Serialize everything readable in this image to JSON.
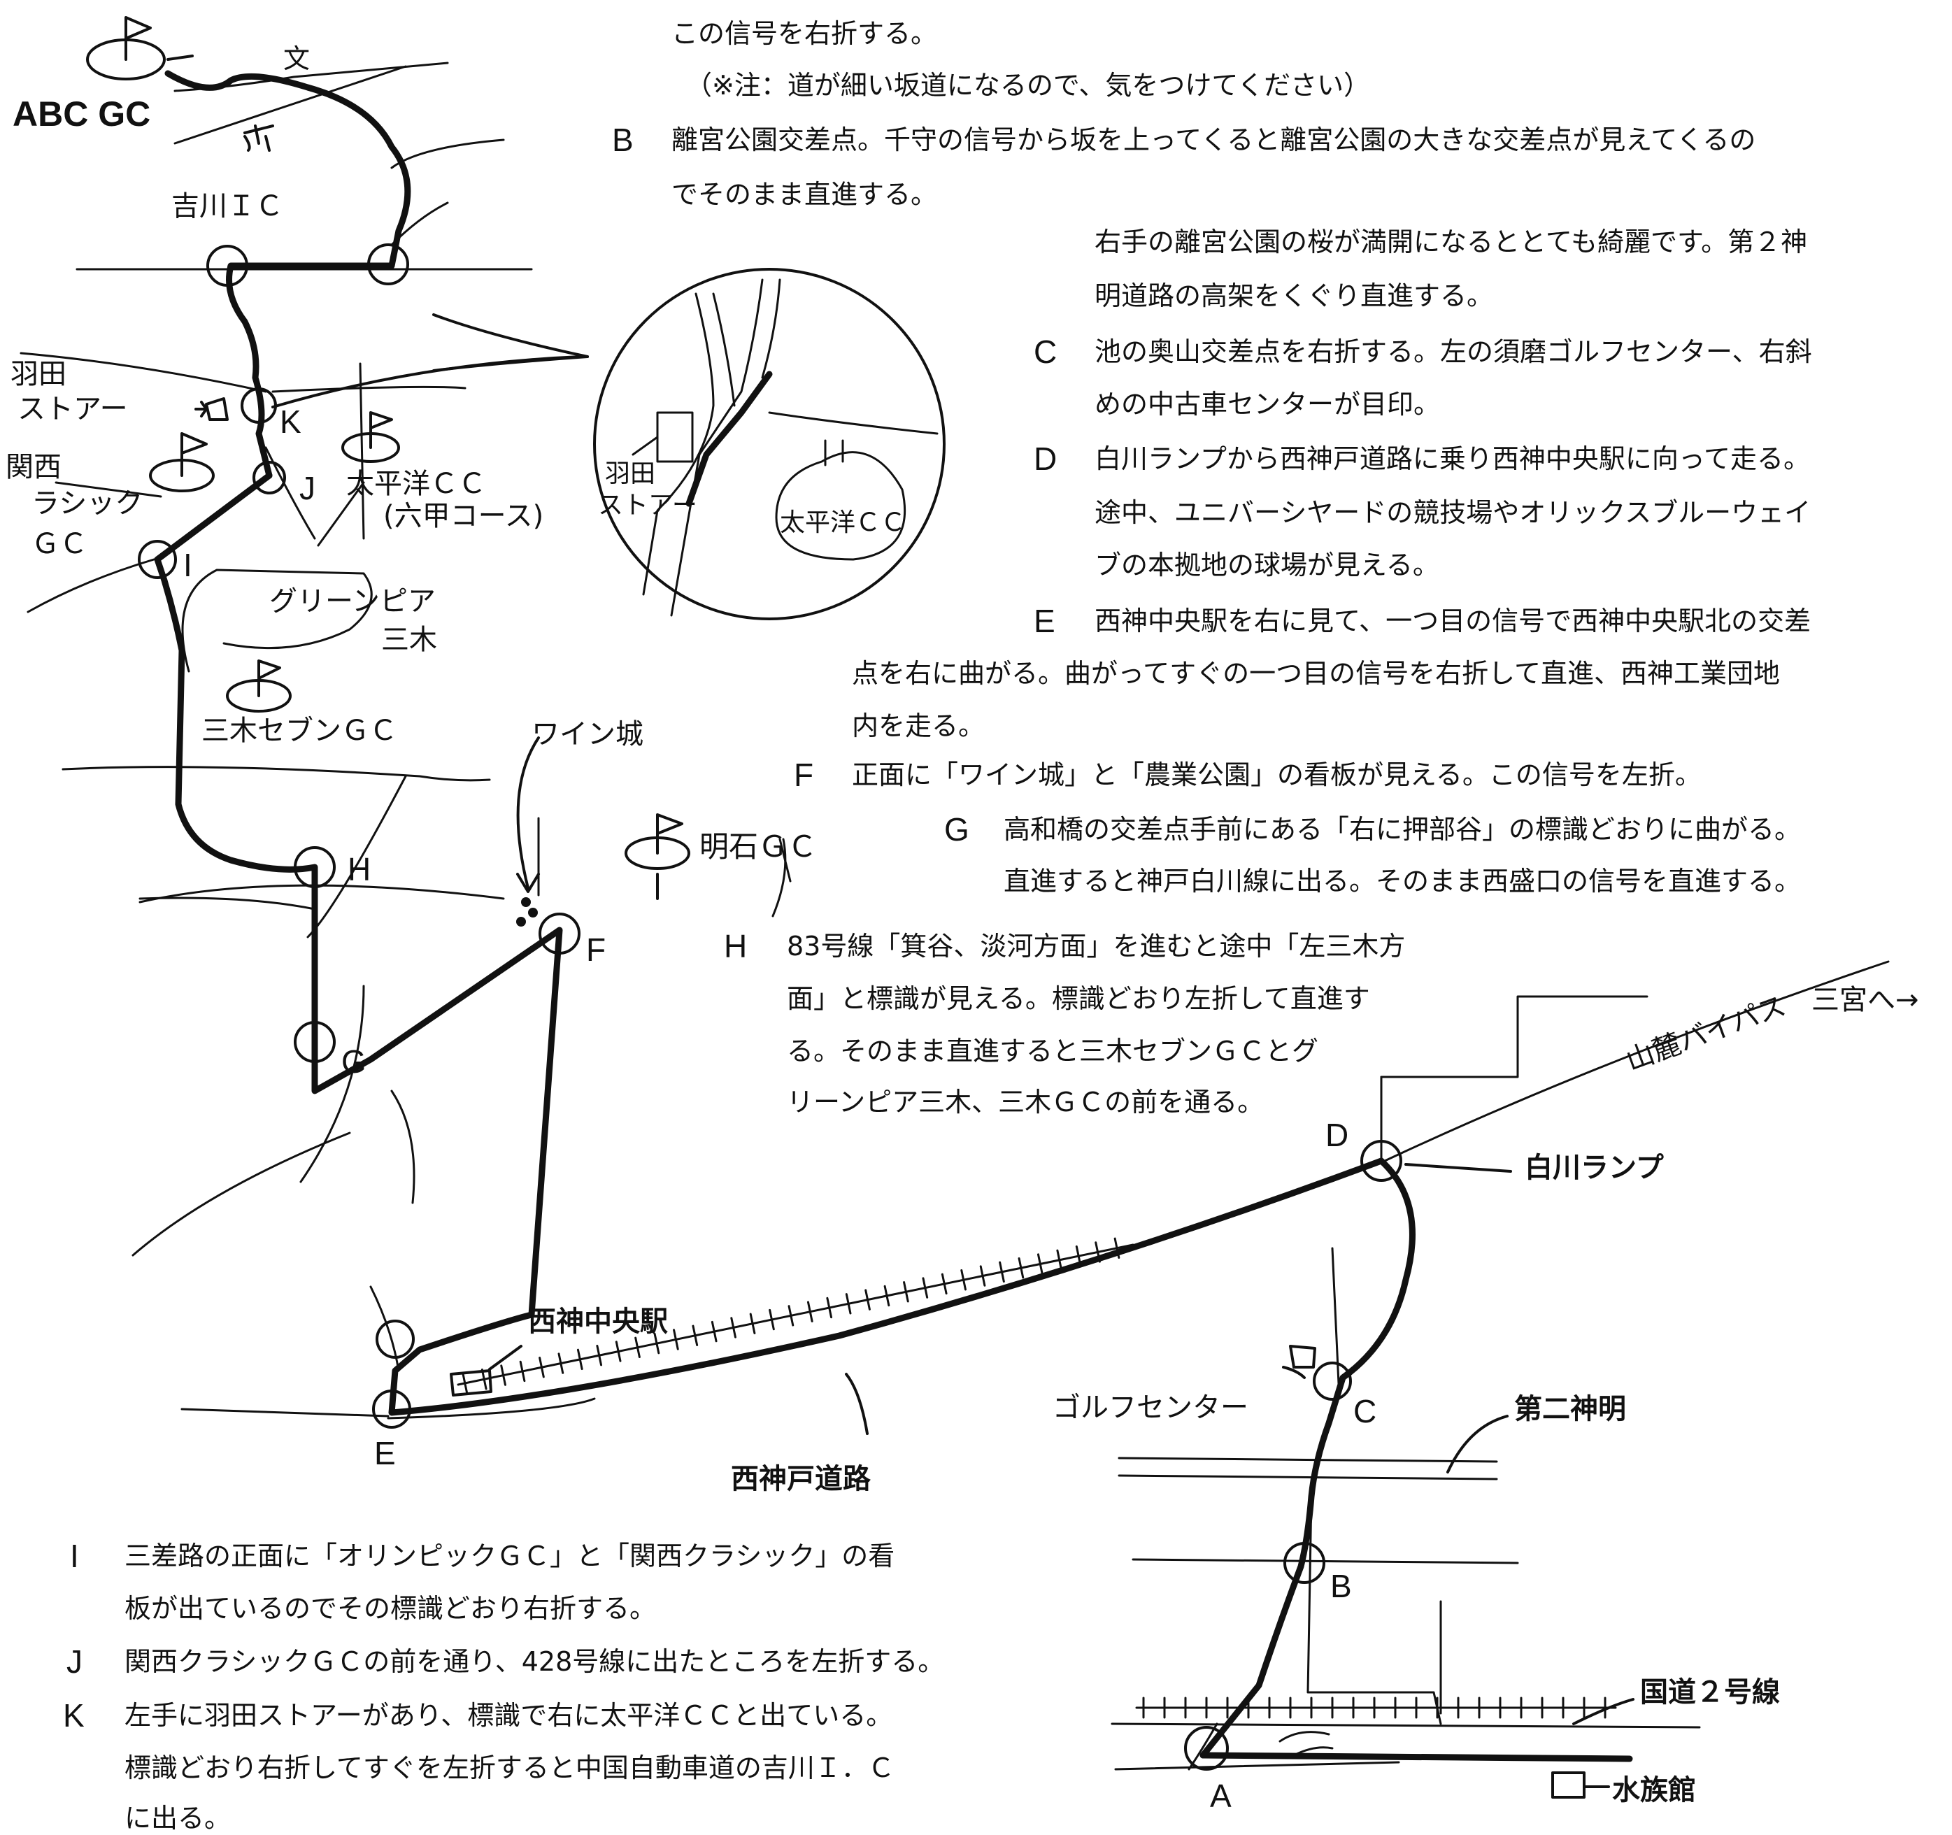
{
  "map": {
    "places": {
      "abc_gc": "ABC GC",
      "school": "文",
      "shrine": "⛩",
      "yoshikawa_ic": "吉川ＩＣ",
      "haneda_store_1": "羽田",
      "haneda_store_2": "ストアー",
      "kansai_classic_1": "関西",
      "kansai_classic_2": "ラシック",
      "kansai_classic_3": "ＧＣ",
      "taiheiyo_cc": "太平洋ＣＣ",
      "rokko_course": "(六甲コース)",
      "green_pia_1": "グリーンピア",
      "green_pia_2": "三木",
      "miki_seven_gc": "三木セブンＧＣ",
      "wine_castle": "ワイン城",
      "akashi_gc": "明石ＧＣ",
      "inset_haneda_1": "羽田",
      "inset_haneda_2": "ストアー",
      "inset_taiheiyo": "太平洋ＣＣ",
      "seishin_chuo_station": "西神中央駅",
      "nishi_kobe_road": "西神戸道路",
      "sannomiya": "三宮へ→",
      "sanroku_bypass": "山麓バイパス",
      "shirakawa_ramp": "白川ランプ",
      "golf_center": "ゴルフセンター",
      "daini_shinmei": "第二神明",
      "route2": "国道２号線",
      "aquarium": "水族館"
    },
    "node_letters": {
      "A": "A",
      "B": "B",
      "C": "C",
      "D": "D",
      "E": "E",
      "F": "F",
      "G": "G",
      "H": "H",
      "I": "I",
      "J": "J",
      "K": "K"
    }
  },
  "directions": {
    "intro_1": "この信号を右折する。",
    "intro_2": "（※注：道が細い坂道になるので、気をつけてください）",
    "B": {
      "key": "B",
      "lines": [
        "離宮公園交差点。千守の信号から坂を上ってくると離宮公園の大きな交差点が見えてくるの",
        "でそのまま直進する。",
        "右手の離宮公園の桜が満開になるととても綺麗です。第２神",
        "明道路の高架をくぐり直進する。"
      ]
    },
    "C": {
      "key": "C",
      "lines": [
        "池の奥山交差点を右折する。左の須磨ゴルフセンター、右斜",
        "めの中古車センターが目印。"
      ]
    },
    "D": {
      "key": "D",
      "lines": [
        "白川ランプから西神戸道路に乗り西神中央駅に向って走る。",
        "途中、ユニバーシヤードの競技場やオリックスブルーウェイ",
        "ブの本拠地の球場が見える。"
      ]
    },
    "E": {
      "key": "E",
      "lines": [
        "西神中央駅を右に見て、一つ目の信号で西神中央駅北の交差",
        "点を右に曲がる。曲がってすぐの一つ目の信号を右折して直進、西神工業団地",
        "内を走る。"
      ]
    },
    "F": {
      "key": "F",
      "lines": [
        "正面に「ワイン城」と「農業公園」の看板が見える。この信号を左折。"
      ]
    },
    "G": {
      "key": "G",
      "lines": [
        "高和橋の交差点手前にある「右に押部谷」の標識どおりに曲がる。",
        "直進すると神戸白川線に出る。そのまま西盛口の信号を直進する。"
      ]
    },
    "H": {
      "key": "H",
      "lines": [
        "83号線「箕谷、淡河方面」を進むと途中「左三木方",
        "面」と標識が見える。標識どおり左折して直進す",
        "る。そのまま直進すると三木セブンＧＣとグ",
        "リーンピア三木、三木ＧＣの前を通る。"
      ]
    },
    "I": {
      "key": "I",
      "lines": [
        "三差路の正面に「オリンピックＧＣ」と「関西クラシック」の看",
        "板が出ているのでその標識どおり右折する。"
      ]
    },
    "J": {
      "key": "J",
      "lines": [
        "関西クラシックＧＣの前を通り、428号線に出たところを左折する。"
      ]
    },
    "K": {
      "key": "K",
      "lines": [
        "左手に羽田ストアーがあり、標識で右に太平洋ＣＣと出ている。",
        "標識どおり右折してすぐを左折すると中国自動車道の吉川Ｉ．Ｃ",
        "に出る。"
      ]
    }
  }
}
